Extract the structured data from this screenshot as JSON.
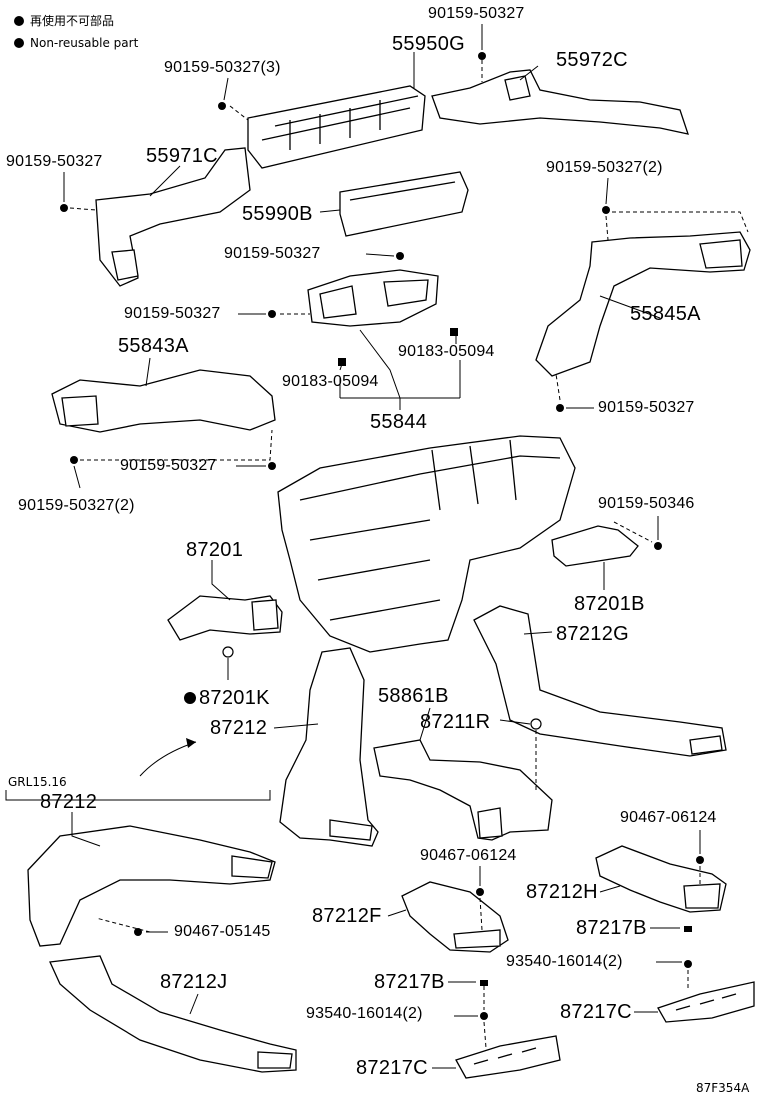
{
  "legend": {
    "jp": "再使用不可部品",
    "en": "Non-reusable part"
  },
  "section": {
    "label": "GRL15.16"
  },
  "figure_code": "87F354A",
  "labels": {
    "b_90159_50327_top": "90159-50327",
    "p_55950G": "55950G",
    "p_55972C": "55972C",
    "b_90159_50327_3": "90159-50327(3)",
    "b_90159_50327_left": "90159-50327",
    "p_55971C": "55971C",
    "b_90159_50327_2_right": "90159-50327(2)",
    "p_55990B": "55990B",
    "b_90159_50327_mid": "90159-50327",
    "b_90159_50327_mid2": "90159-50327",
    "p_55845A": "55845A",
    "p_55843A": "55843A",
    "b_90183_05094_right": "90183-05094",
    "b_90183_05094_left": "90183-05094",
    "p_55844": "55844",
    "b_90159_50327_right_low": "90159-50327",
    "b_90159_50327_center": "90159-50327",
    "b_90159_50327_2_left": "90159-50327(2)",
    "b_90159_50346": "90159-50346",
    "p_87201": "87201",
    "p_87201B": "87201B",
    "p_87212G": "87212G",
    "p_87201K": "87201K",
    "p_58861B": "58861B",
    "p_87211R": "87211R",
    "p_87212_main": "87212",
    "p_87212_grl": "87212",
    "b_90467_06124_right": "90467-06124",
    "b_90467_06124_center": "90467-06124",
    "p_87212H": "87212H",
    "p_87212F": "87212F",
    "b_90467_05145": "90467-05145",
    "p_87217B_right": "87217B",
    "b_93540_16014_2_right": "93540-16014(2)",
    "p_87212J": "87212J",
    "p_87217B_center": "87217B",
    "b_93540_16014_2_center": "93540-16014(2)",
    "p_87217C_right": "87217C",
    "p_87217C_center": "87217C"
  }
}
